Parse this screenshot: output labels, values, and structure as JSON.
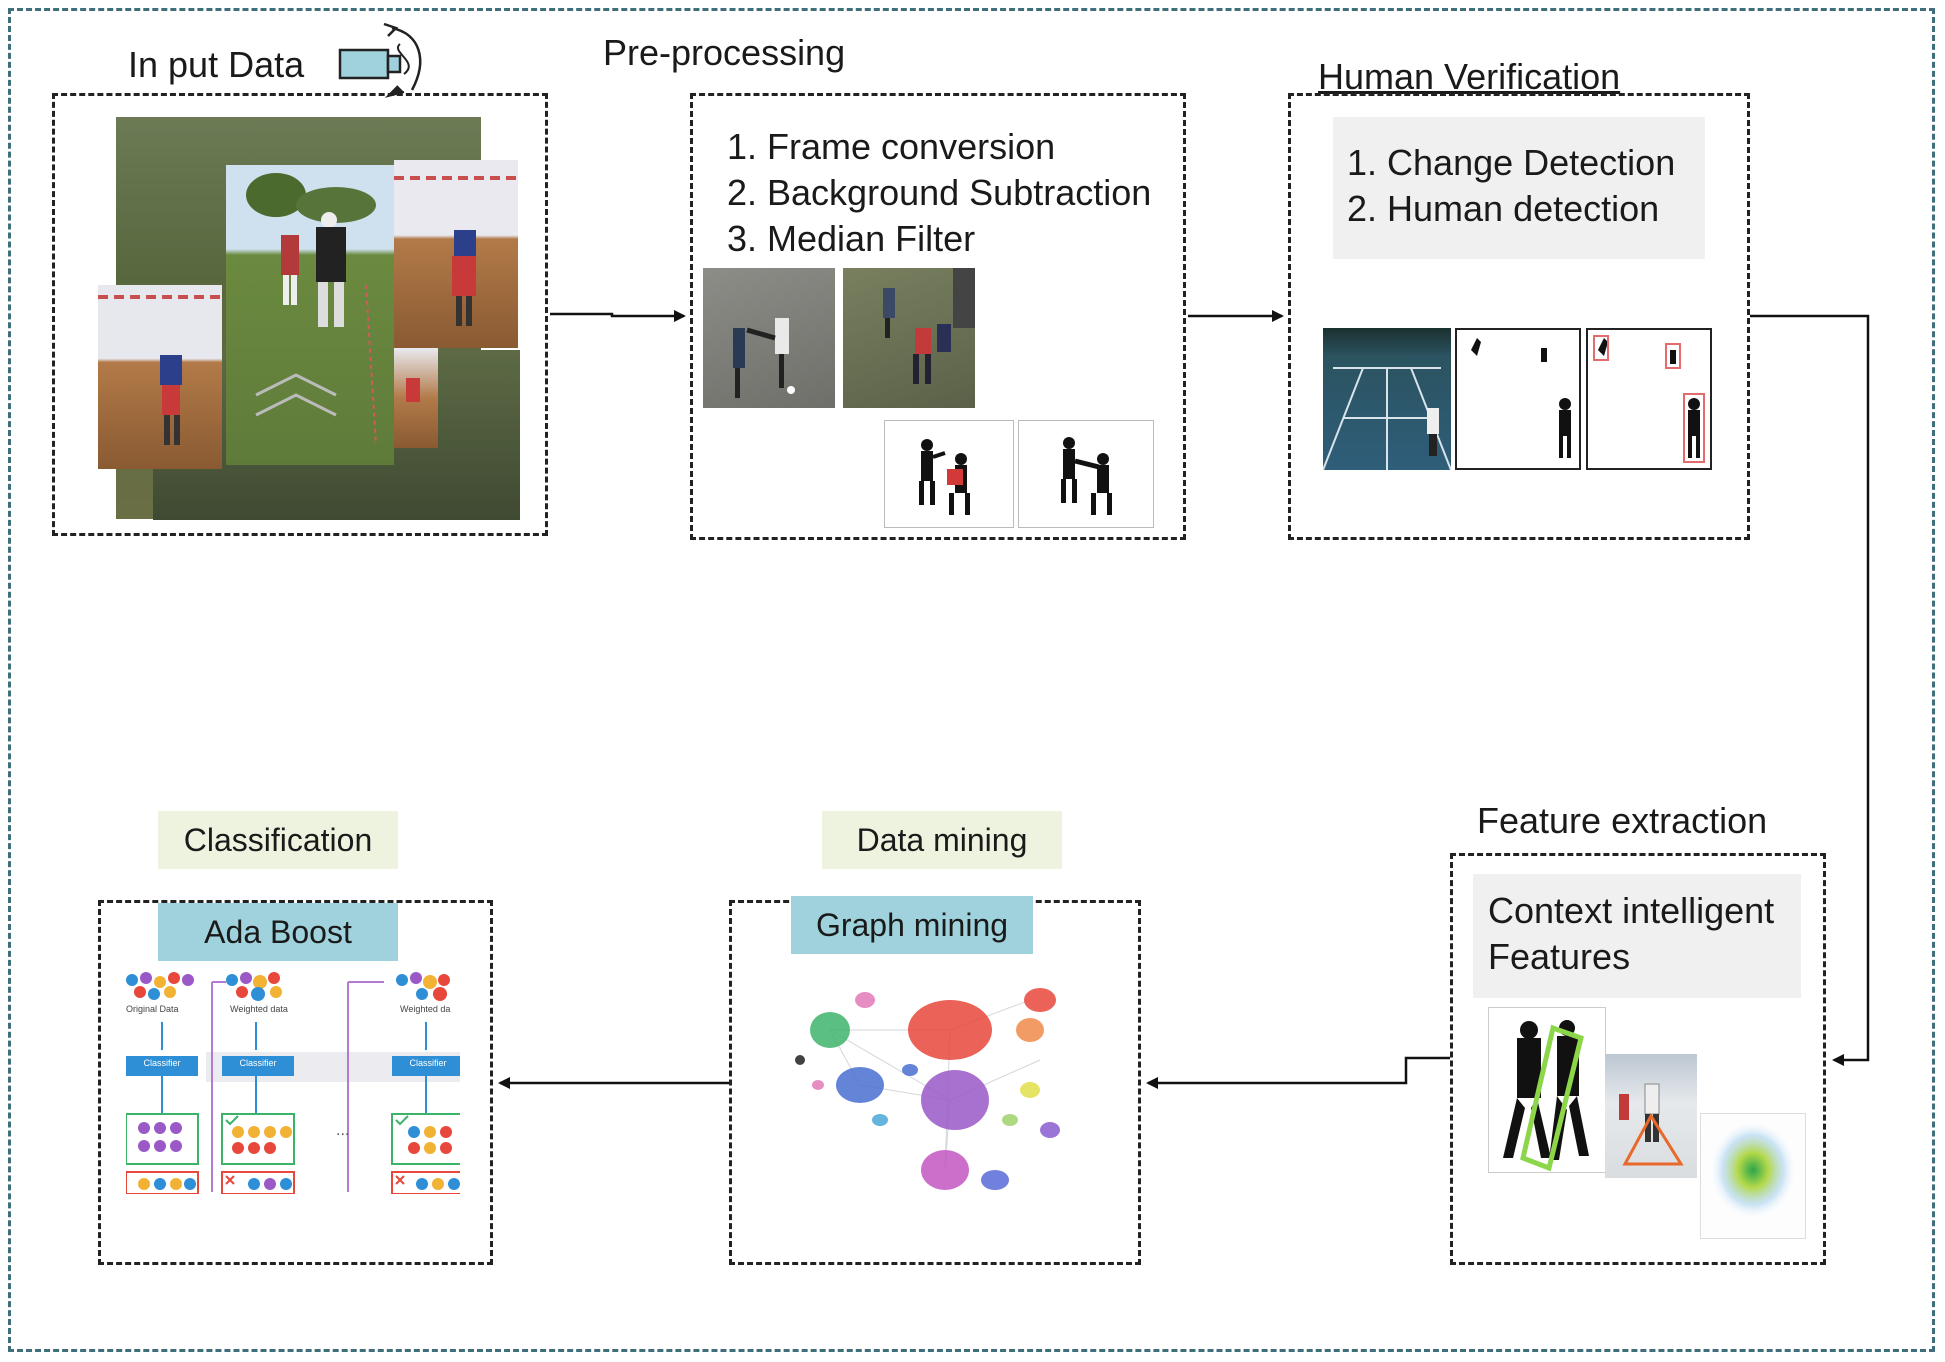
{
  "stages": {
    "input": {
      "title": "In put Data"
    },
    "preprocessing": {
      "title": "Pre-processing",
      "steps": [
        "1.  Frame conversion",
        "2. Background Subtraction",
        "3.  Median Filter"
      ]
    },
    "human_verification": {
      "title": "Human Verification",
      "steps": [
        "1. Change Detection",
        "2. Human detection"
      ]
    },
    "feature_extraction": {
      "title": "Feature extraction",
      "panel_line1": "Context intelligent",
      "panel_line2": "Features"
    },
    "data_mining": {
      "title": "Data mining",
      "method": "Graph mining"
    },
    "classification": {
      "title": "Classification",
      "method": "Ada Boost",
      "mini_labels": [
        "Original Data",
        "Weighted data",
        "Weighted da"
      ],
      "classifier_label": "Classifier",
      "ellipsis": "..."
    }
  },
  "colors": {
    "frame_border": "#3e6f7b",
    "green_label": "#eef3df",
    "blue_label": "#9fd2dc",
    "grey_panel": "#f0f0f0",
    "classifier_box": "#2f8fd6"
  }
}
